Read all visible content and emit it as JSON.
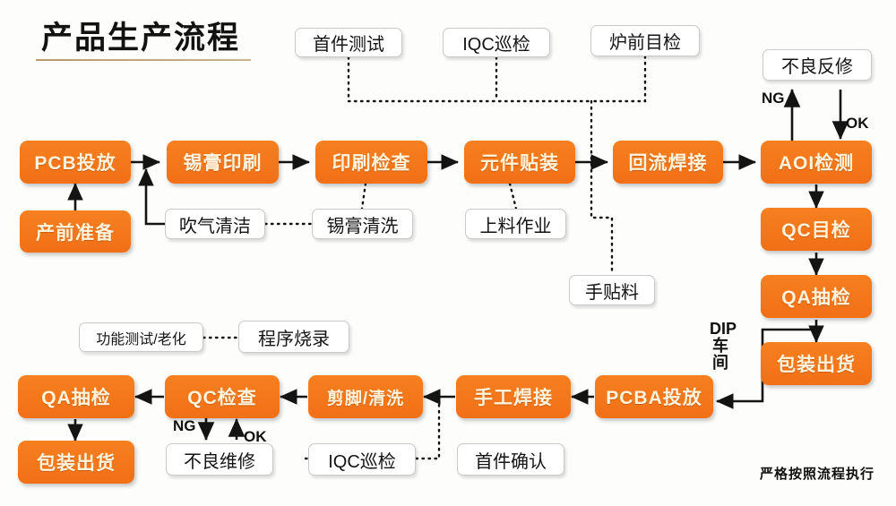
{
  "header": {
    "title": "产品生产流程",
    "footnote": "严格按照流程执行"
  },
  "colors": {
    "process_fill": "#F2731A",
    "process_text": "#FFF3DC",
    "aux_fill": "#FFFFFF",
    "aux_border": "#C9C9C9",
    "line": "#141414",
    "rule": "#B59A6A"
  },
  "smt_line": {
    "process_boxes": [
      {
        "id": "pcb-input",
        "label": "PCB投放"
      },
      {
        "id": "solder-print",
        "label": "锡膏印刷"
      },
      {
        "id": "print-inspect",
        "label": "印刷检查"
      },
      {
        "id": "component-mount",
        "label": "元件贴装"
      },
      {
        "id": "reflow-solder",
        "label": "回流焊接"
      },
      {
        "id": "aoi-inspect",
        "label": "AOI检测"
      }
    ],
    "pre-production": {
      "label": "产前准备"
    },
    "aux_boxes": [
      {
        "id": "first-article-test",
        "label": "首件测试"
      },
      {
        "id": "iqc-patrol-top",
        "label": "IQC巡检"
      },
      {
        "id": "pre-furnace-visual",
        "label": "炉前目检"
      },
      {
        "id": "rework-defect",
        "label": "不良反修"
      },
      {
        "id": "air-blow-clean",
        "label": "吹气清洁"
      },
      {
        "id": "solder-paste-clean",
        "label": "锡膏清洗"
      },
      {
        "id": "feeding-operation",
        "label": "上料作业"
      },
      {
        "id": "manual-placement",
        "label": "手贴料"
      }
    ],
    "branch_labels": {
      "ng": "NG",
      "ok": "OK"
    }
  },
  "qc_column": {
    "boxes": [
      {
        "id": "qc-visual",
        "label": "QC目检"
      },
      {
        "id": "qa-sampling",
        "label": "QA抽检"
      },
      {
        "id": "packing-ship",
        "label": "包装出货"
      }
    ],
    "branch_label": "DIP车间"
  },
  "dip_line": {
    "process_boxes": [
      {
        "id": "pcba-input",
        "label": "PCBA投放"
      },
      {
        "id": "manual-solder",
        "label": "手工焊接"
      },
      {
        "id": "cut-clean",
        "label": "剪脚/清洗"
      },
      {
        "id": "qc-check",
        "label": "QC检查"
      },
      {
        "id": "qa-sampling-2",
        "label": "QA抽检"
      },
      {
        "id": "packing-ship-2",
        "label": "包装出货"
      }
    ],
    "aux_boxes": [
      {
        "id": "function-burnin",
        "label": "功能测试/老化"
      },
      {
        "id": "program-burn",
        "label": "程序烧录"
      },
      {
        "id": "defect-repair",
        "label": "不良维修"
      },
      {
        "id": "iqc-patrol-bottom",
        "label": "IQC巡检"
      },
      {
        "id": "first-article-confirm",
        "label": "首件确认"
      }
    ],
    "branch_labels": {
      "ng": "NG",
      "ok": "OK"
    }
  }
}
